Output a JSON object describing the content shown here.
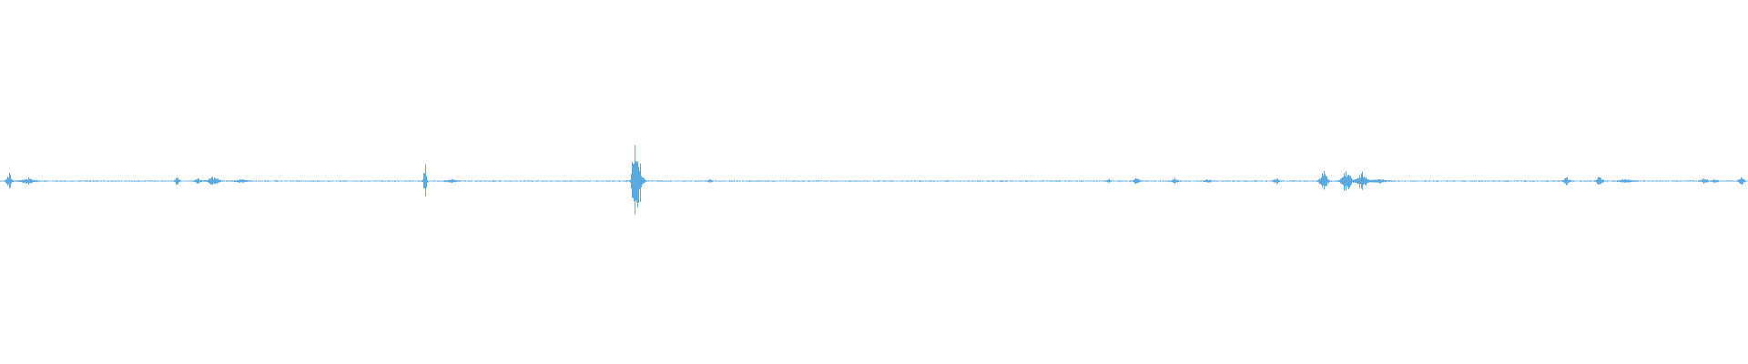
{
  "waveform": {
    "color": "#5aa9e0",
    "background": "#ffffff",
    "events": [
      {
        "t": 0.005,
        "amp": 0.045,
        "spread": 0.0015
      },
      {
        "t": 0.016,
        "amp": 0.018,
        "spread": 0.004
      },
      {
        "t": 0.101,
        "amp": 0.03,
        "spread": 0.0012
      },
      {
        "t": 0.113,
        "amp": 0.022,
        "spread": 0.0015
      },
      {
        "t": 0.122,
        "amp": 0.032,
        "spread": 0.003
      },
      {
        "t": 0.138,
        "amp": 0.012,
        "spread": 0.003
      },
      {
        "t": 0.243,
        "amp": 0.125,
        "spread": 0.0009
      },
      {
        "t": 0.258,
        "amp": 0.008,
        "spread": 0.004
      },
      {
        "t": 0.3625,
        "amp": 0.25,
        "spread": 0.0012
      },
      {
        "t": 0.365,
        "amp": 0.16,
        "spread": 0.0022
      },
      {
        "t": 0.406,
        "amp": 0.018,
        "spread": 0.001
      },
      {
        "t": 0.634,
        "amp": 0.012,
        "spread": 0.001
      },
      {
        "t": 0.65,
        "amp": 0.024,
        "spread": 0.0015
      },
      {
        "t": 0.672,
        "amp": 0.022,
        "spread": 0.0015
      },
      {
        "t": 0.691,
        "amp": 0.01,
        "spread": 0.002
      },
      {
        "t": 0.73,
        "amp": 0.02,
        "spread": 0.0015
      },
      {
        "t": 0.757,
        "amp": 0.085,
        "spread": 0.002
      },
      {
        "t": 0.77,
        "amp": 0.09,
        "spread": 0.0025
      },
      {
        "t": 0.779,
        "amp": 0.06,
        "spread": 0.003
      },
      {
        "t": 0.789,
        "amp": 0.012,
        "spread": 0.004
      },
      {
        "t": 0.896,
        "amp": 0.03,
        "spread": 0.0015
      },
      {
        "t": 0.915,
        "amp": 0.038,
        "spread": 0.0015
      },
      {
        "t": 0.93,
        "amp": 0.012,
        "spread": 0.004
      },
      {
        "t": 0.975,
        "amp": 0.016,
        "spread": 0.002
      },
      {
        "t": 0.981,
        "amp": 0.012,
        "spread": 0.0015
      },
      {
        "t": 0.996,
        "amp": 0.028,
        "spread": 0.0015
      }
    ]
  }
}
